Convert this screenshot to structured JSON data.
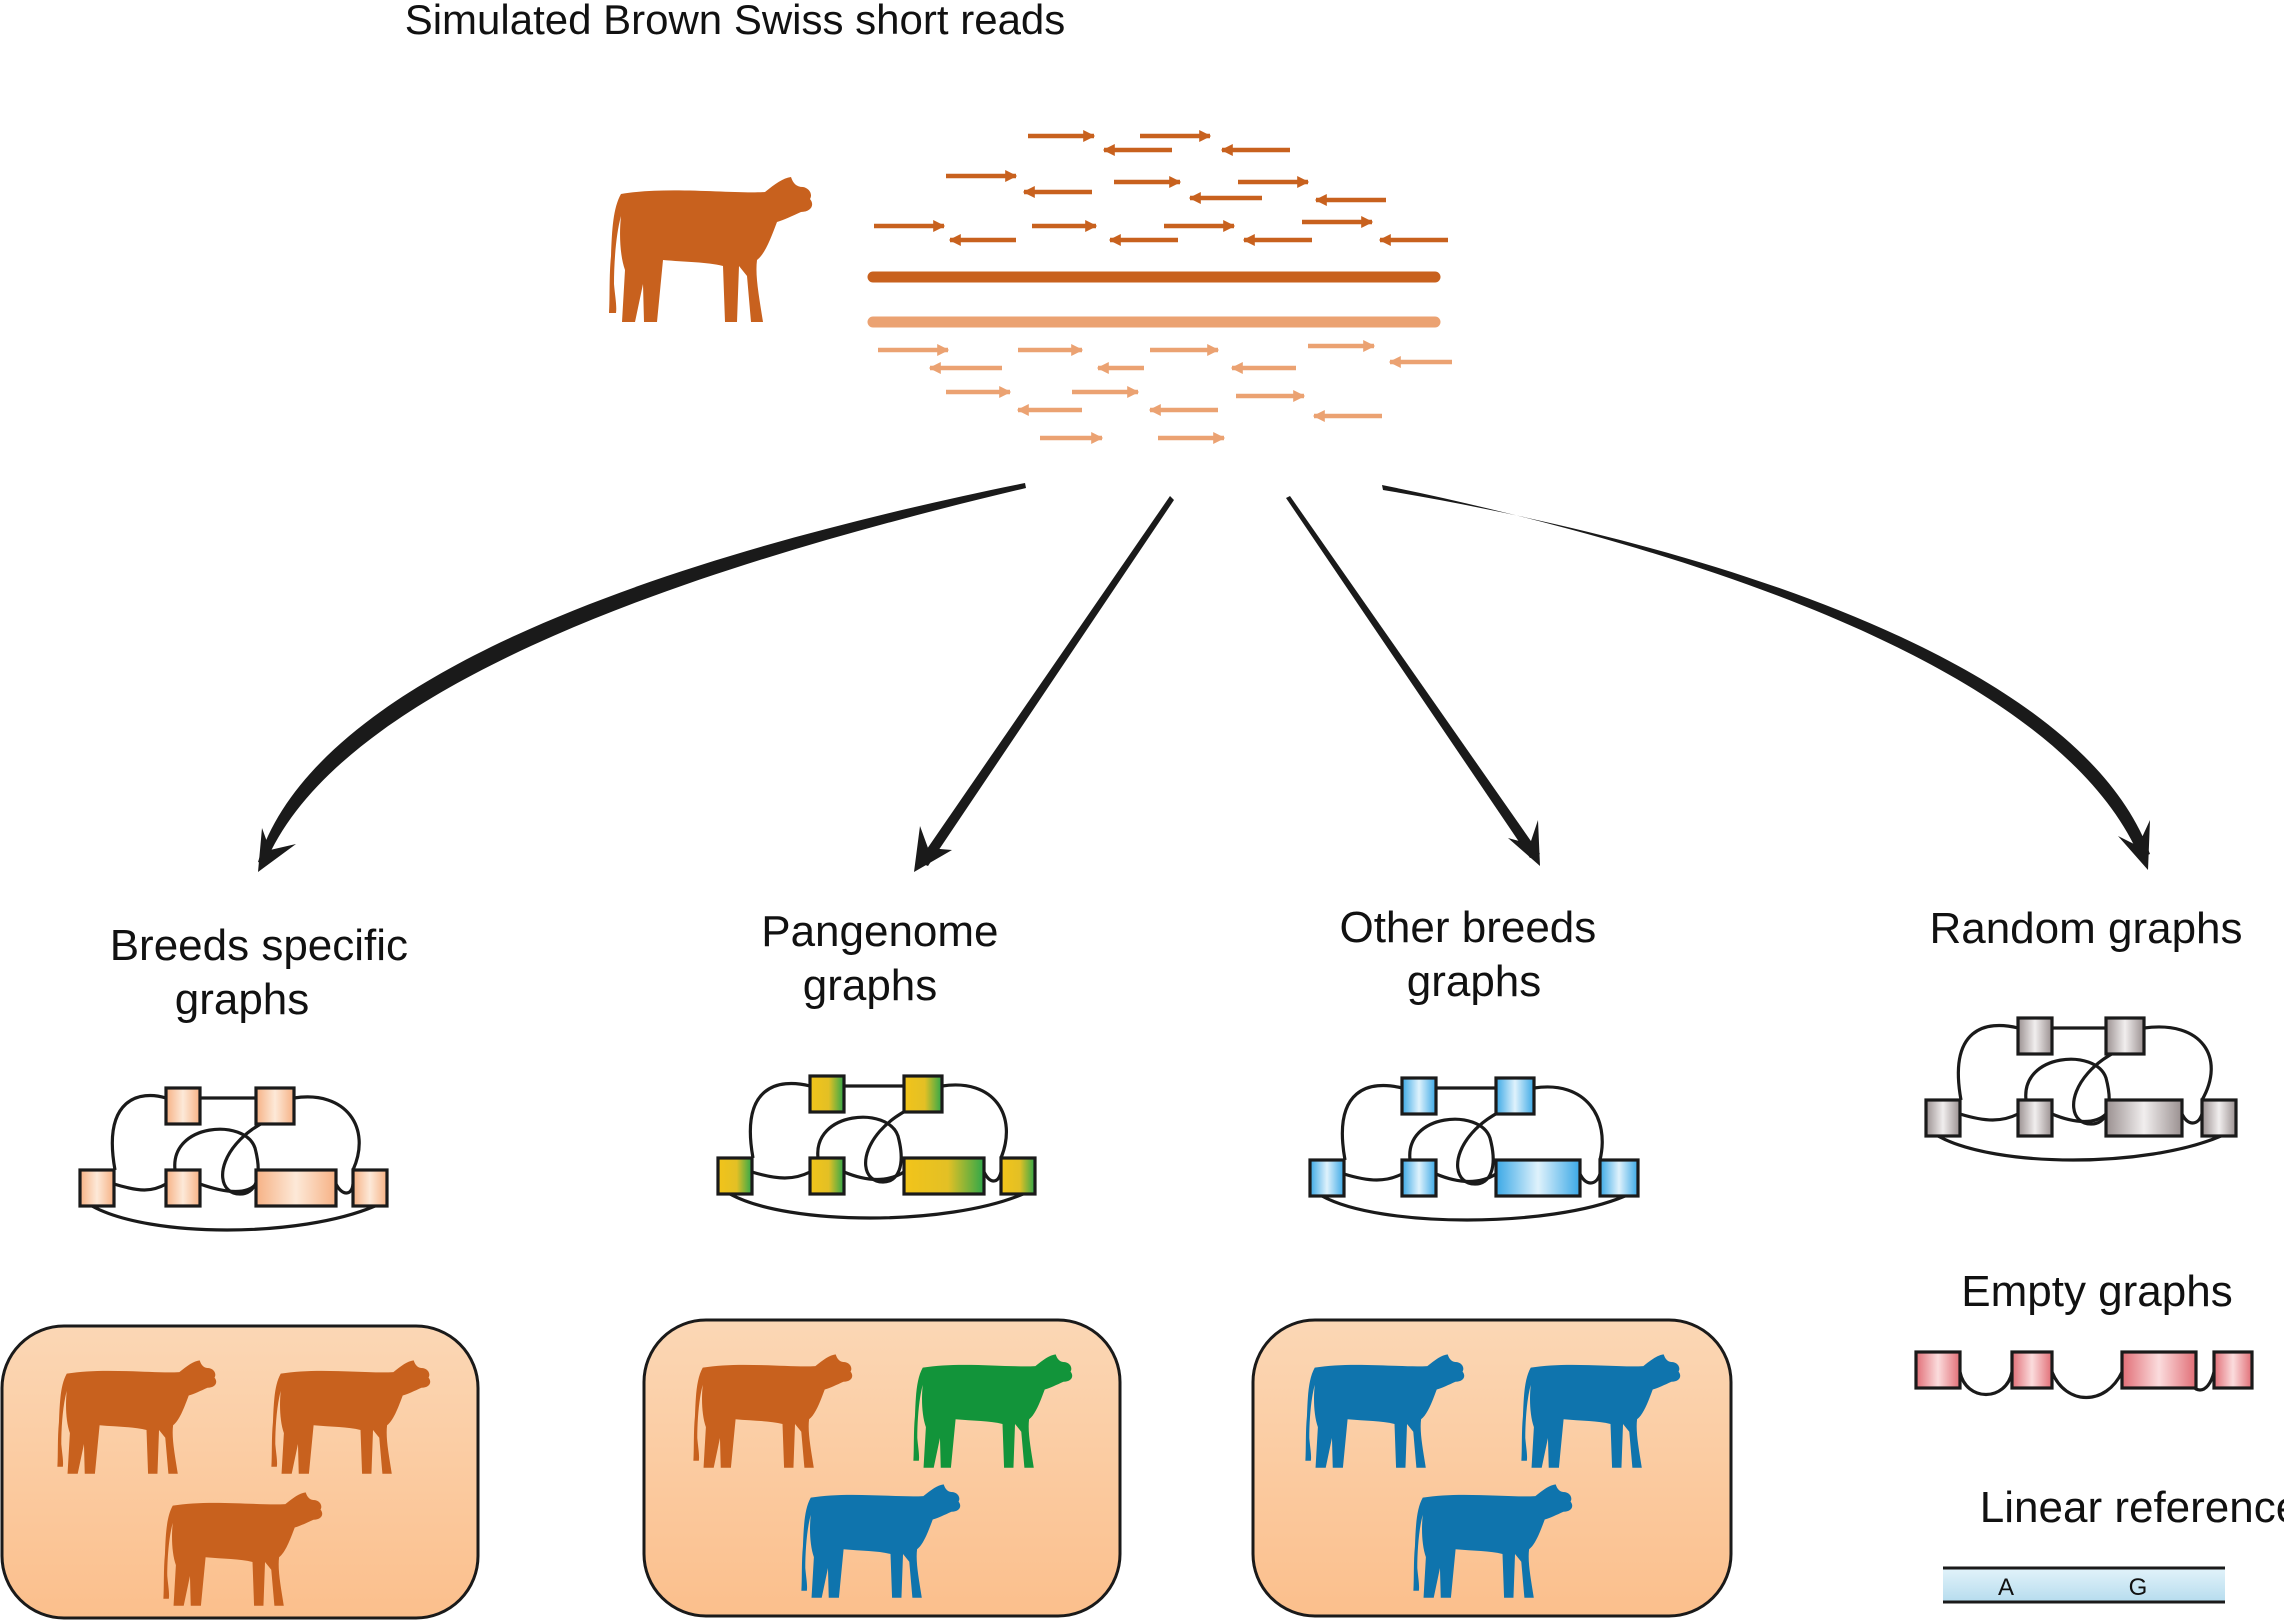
{
  "title": "Simulated Brown Swiss short reads",
  "groups": [
    {
      "label_lines": [
        "Breeds specific",
        "graphs"
      ]
    },
    {
      "label_lines": [
        "Pangenome",
        "graphs"
      ]
    },
    {
      "label_lines": [
        "Other breeds",
        "graphs"
      ]
    },
    {
      "label_lines": [
        "Random graphs"
      ]
    }
  ],
  "empty_graphs_label": "Empty graphs",
  "linear_reference": {
    "label": "Linear reference",
    "bases": [
      "A",
      "G"
    ]
  },
  "colors": {
    "brown": "#c8611e",
    "light_brown": "#eba272",
    "green": "#12943a",
    "blue": "#0f74ad",
    "yellow": "#f2c41a",
    "graph_blue": "#4fb3e8",
    "graph_grey": "#a39a9a",
    "graph_red": "#e17a80",
    "box_fill": "#fcd3ae",
    "reference_fill": "#c6e4f1"
  },
  "icons": [
    "cow-icon",
    "read-arrow-icon"
  ]
}
